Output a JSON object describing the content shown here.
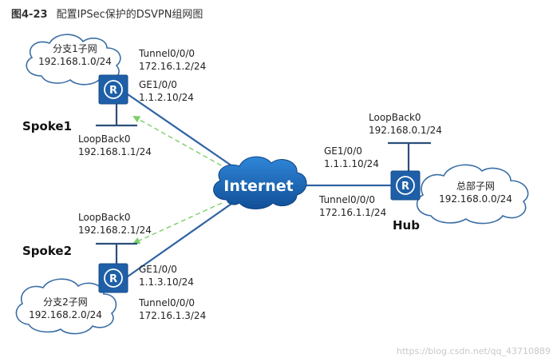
{
  "caption": {
    "figure_no": "图4-23",
    "title": "配置IPSec保护的DSVPN组网图"
  },
  "internet": {
    "label": "Internet"
  },
  "spoke1": {
    "name": "Spoke1",
    "site_name": "分支1子网",
    "site_subnet": "192.168.1.0/24",
    "tunnel_if": "Tunnel0/0/0",
    "tunnel_ip": "172.16.1.2/24",
    "ge_if": "GE1/0/0",
    "ge_ip": "1.1.2.10/24",
    "loopback_if": "LoopBack0",
    "loopback_ip": "192.168.1.1/24"
  },
  "spoke2": {
    "name": "Spoke2",
    "site_name": "分支2子网",
    "site_subnet": "192.168.2.0/24",
    "tunnel_if": "Tunnel0/0/0",
    "tunnel_ip": "172.16.1.3/24",
    "ge_if": "GE1/0/0",
    "ge_ip": "1.1.3.10/24",
    "loopback_if": "LoopBack0",
    "loopback_ip": "192.168.2.1/24"
  },
  "hub": {
    "name": "Hub",
    "site_name": "总部子网",
    "site_subnet": "192.168.0.0/24",
    "tunnel_if": "Tunnel0/0/0",
    "tunnel_ip": "172.16.1.1/24",
    "ge_if": "GE1/0/0",
    "ge_ip": "1.1.1.10/24",
    "loopback_if": "LoopBack0",
    "loopback_ip": "192.168.0.1/24"
  },
  "router_glyph": "R",
  "watermark": "https://blog.csdn.net/qq_43710889",
  "colors": {
    "router": "#1e5fa8",
    "link": "#2f63a3",
    "tunnel_path": "#7ccf6a",
    "cloud_outline": "#3a6ea5"
  },
  "icons": {
    "router": "router-icon",
    "site_cloud": "cloud-icon",
    "internet": "internet-cloud-icon"
  }
}
